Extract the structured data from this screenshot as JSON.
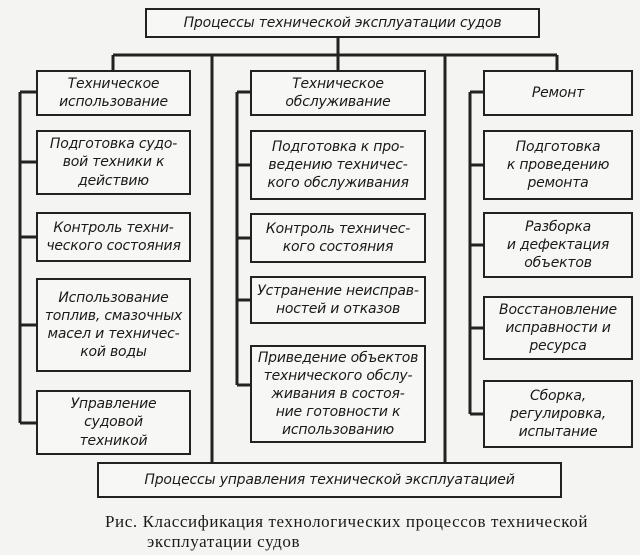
{
  "root": "Процессы технической эксплуатации судов",
  "columns": [
    {
      "header": "Техническое\nиспользование",
      "items": [
        "Подготовка судо-\nвой техники к\nдействию",
        "Контроль техни-\nческого состояния",
        "Использование\nтоплив, смазочных\nмасел и техничес-\nкой воды",
        "Управление\nсудовой\nтехникой"
      ]
    },
    {
      "header": "Техническое\nобслуживание",
      "items": [
        "Подготовка к про-\nведению техничес-\nкого обслуживания",
        "Контроль техничес-\nкого состояния",
        "Устранение неисправ-\nностей и отказов",
        "Приведение объектов\nтехнического обслу-\nживания в состоя-\nние готовности к\nиспользованию"
      ]
    },
    {
      "header": "Ремонт",
      "items": [
        "Подготовка\nк проведению\nремонта",
        "Разборка\nи дефектация\nобъектов",
        "Восстановление\nисправности и\nресурса",
        "Сборка,\nрегулировка,\nиспытание"
      ]
    }
  ],
  "bottom": "Процессы управления технической эксплуатацией",
  "caption": {
    "line1": "Рис. Классификация технологических процессов технической",
    "line2": "эксплуатации судов"
  }
}
